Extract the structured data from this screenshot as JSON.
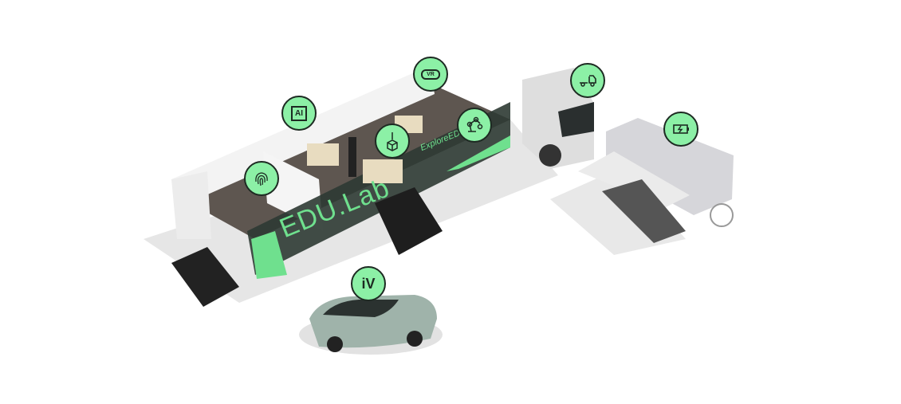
{
  "trailer": {
    "brand_label": "EDU.Lab",
    "side_label": "ExploreEDU"
  },
  "badges": {
    "ai": {
      "icon": "ai-chip-icon",
      "label": "AI"
    },
    "vr": {
      "icon": "vr-headset-icon",
      "label": "VR"
    },
    "truck": {
      "icon": "truck-icon"
    },
    "robot": {
      "icon": "robot-arm-icon"
    },
    "printing": {
      "icon": "3d-printing-icon"
    },
    "biometrics": {
      "icon": "fingerprint-icon"
    },
    "battery": {
      "icon": "battery-charging-icon"
    },
    "car": {
      "icon": "iv-logo-icon",
      "label": "iV"
    }
  },
  "colors": {
    "accent": "#8cf0a6",
    "dark": "#1d2a22",
    "trailer_glass": "#2d3a33"
  }
}
